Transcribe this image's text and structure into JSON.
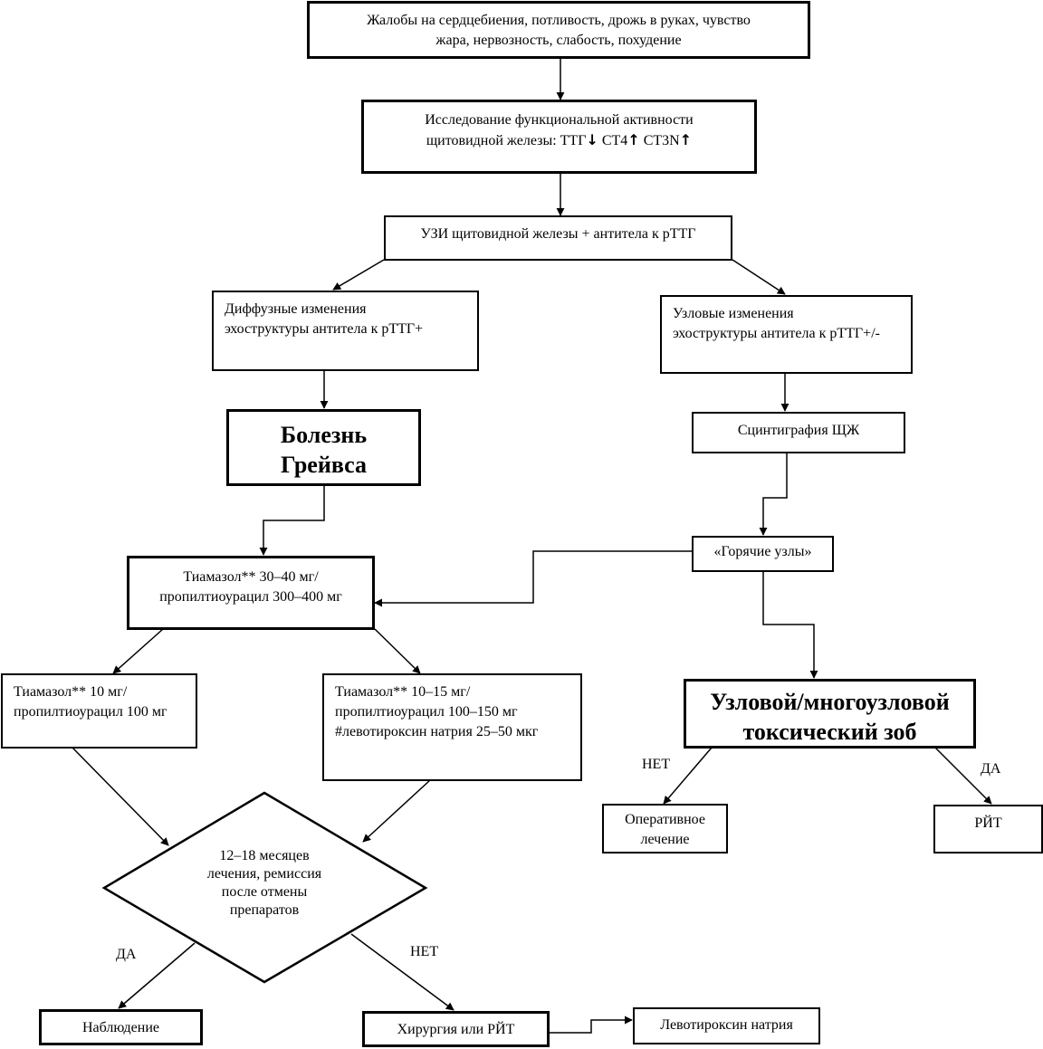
{
  "nodes": {
    "complaints": [
      "Жалобы на сердцебиения, потливость, дрожь в руках, чувство",
      "жара, нервозность, слабость, похудение"
    ],
    "thyroid_test": {
      "line1": "Исследование функциональной активности",
      "line2_prefix": "щитовидной железы: ТТГ",
      "ct4": " СТ4",
      "ct3": "  СТ3N",
      "arrow_down": "↓",
      "arrow_up": "↑"
    },
    "ultrasound": [
      "УЗИ щитовидной железы + антитела  к рТТГ"
    ],
    "diffuse": [
      "Диффузные изменения",
      "эхоструктуры  антитела  к рТТГ+"
    ],
    "nodular": [
      "Узловые изменения",
      "эхоструктуры  антитела  к рТТГ+/-"
    ],
    "graves": [
      "Болезнь",
      "Грейвса"
    ],
    "scintigraphy": [
      "Сцинтиграфия ЩЖ"
    ],
    "hot_nodes": [
      "«Горячие узлы»"
    ],
    "thiamazole_high": [
      "Тиамазол** 30–40 мг/",
      "пропилтиоурацил 300–400  мг"
    ],
    "thiamazole_low": [
      "Тиамазол**  10 мг/",
      "пропилтиоурацил  100 мг"
    ],
    "thiamazole_mid": [
      "Тиамазол**  10–15 мг/",
      "пропилтиоурацил  100–150 мг",
      "#левотироксин натрия 25–50 мкг"
    ],
    "toxic_goiter": [
      "Узловой/многоузловой",
      "токсический зоб"
    ],
    "surgery_op": [
      "Оперативное",
      "лечение"
    ],
    "rit": [
      "РЙТ"
    ],
    "remission": [
      "12–18 месяцев",
      "лечения, ремиссия",
      "после отмены",
      "препаратов"
    ],
    "observation": [
      "Наблюдение"
    ],
    "surgery_or_rit": [
      "Хирургия или РЙТ"
    ],
    "levothyroxine": [
      "Левотироксин натрия"
    ]
  },
  "labels": {
    "no_goiter": "НЕТ",
    "yes_goiter": "ДА",
    "yes_remission": "ДА",
    "no_remission": "НЕТ"
  }
}
